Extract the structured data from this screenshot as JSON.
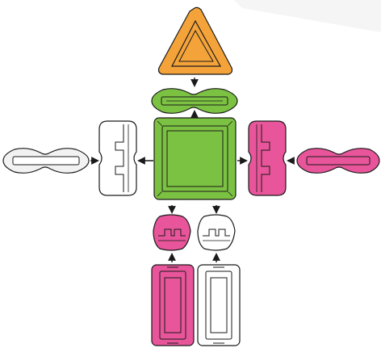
{
  "palette": {
    "orange": "#F4A33A",
    "green": "#7CC242",
    "pink": "#E8559A",
    "white": "#FFFFFF",
    "light_gray": "#F2F2F2",
    "outline": "#1A1A1A"
  },
  "pieces": [
    {
      "name": "triangle-piece",
      "shape": "triangle",
      "color": "orange"
    },
    {
      "name": "top-connector-piece",
      "shape": "bone-connector",
      "color": "green"
    },
    {
      "name": "center-square-piece",
      "shape": "square",
      "color": "green"
    },
    {
      "name": "left-clip-piece",
      "shape": "side-clip",
      "color": "white"
    },
    {
      "name": "left-connector-piece",
      "shape": "bone-connector",
      "color": "light_gray"
    },
    {
      "name": "right-clip-piece",
      "shape": "side-clip",
      "color": "pink"
    },
    {
      "name": "right-connector-piece",
      "shape": "bone-connector",
      "color": "pink"
    },
    {
      "name": "bottom-left-clip-piece",
      "shape": "round-clip",
      "color": "pink"
    },
    {
      "name": "bottom-right-clip-piece",
      "shape": "round-clip",
      "color": "white"
    },
    {
      "name": "bottom-left-bar-piece",
      "shape": "long-bar",
      "color": "pink"
    },
    {
      "name": "bottom-right-bar-piece",
      "shape": "long-bar",
      "color": "white"
    }
  ],
  "connections": [
    {
      "from": "triangle-piece",
      "to": "top-connector-piece",
      "icon": "arrow-down-icon"
    },
    {
      "from": "center-square-piece",
      "to": "top-connector-piece",
      "icon": "arrow-up-icon"
    },
    {
      "from": "left-connector-piece",
      "to": "left-clip-piece",
      "icon": "arrow-right-icon"
    },
    {
      "from": "center-square-piece",
      "to": "left-clip-piece",
      "icon": "arrow-left-icon"
    },
    {
      "from": "center-square-piece",
      "to": "right-clip-piece",
      "icon": "arrow-right-icon"
    },
    {
      "from": "right-connector-piece",
      "to": "right-clip-piece",
      "icon": "arrow-left-icon"
    },
    {
      "from": "center-square-piece",
      "to": "bottom-left-clip-piece",
      "icon": "arrow-down-icon"
    },
    {
      "from": "center-square-piece",
      "to": "bottom-right-clip-piece",
      "icon": "arrow-down-icon"
    },
    {
      "from": "bottom-left-bar-piece",
      "to": "bottom-left-clip-piece",
      "icon": "arrow-up-icon"
    },
    {
      "from": "bottom-right-bar-piece",
      "to": "bottom-right-clip-piece",
      "icon": "arrow-up-icon"
    }
  ]
}
